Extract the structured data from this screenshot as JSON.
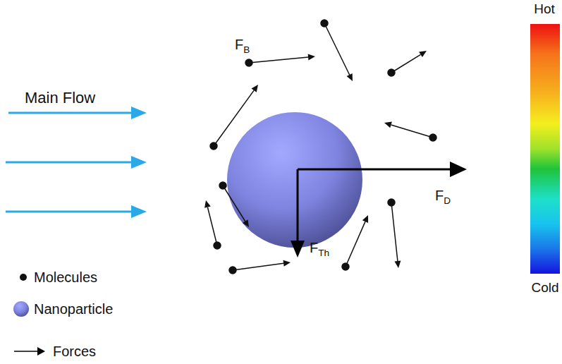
{
  "diagram": {
    "labels": [
      "Main Flow",
      "FB",
      "FD",
      "FTh",
      "Hot",
      "Cold"
    ],
    "legend": [
      {
        "text": "Molecules"
      },
      {
        "text": "Nanoparticle"
      },
      {
        "text": "Forces"
      }
    ]
  }
}
